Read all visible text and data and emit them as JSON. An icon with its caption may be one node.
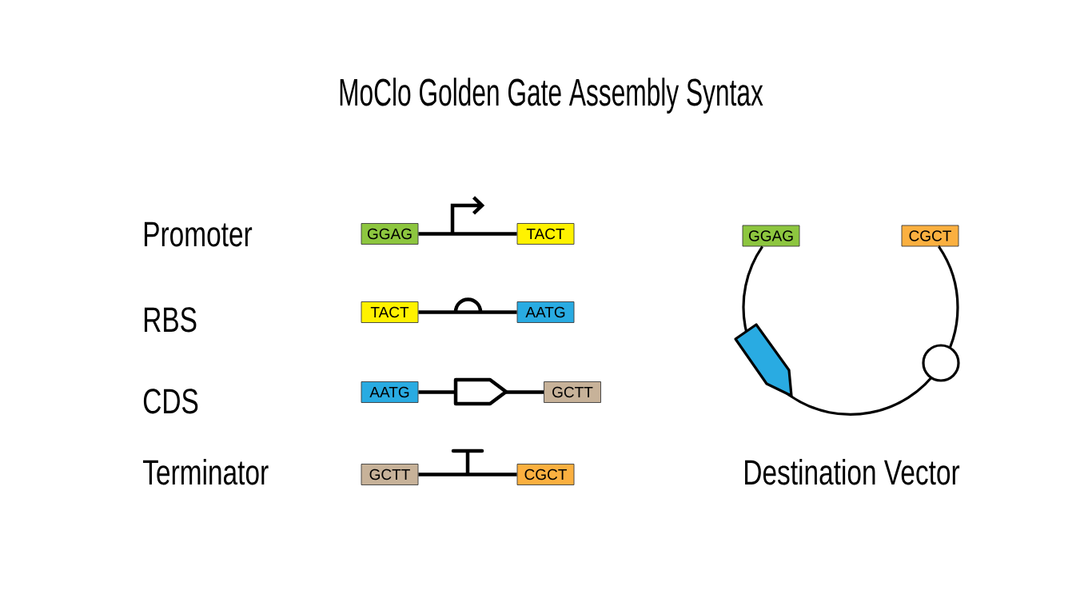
{
  "diagram": {
    "title": "MoClo Golden Gate Assembly Syntax",
    "nodes": [
      {
        "text": [
          "GGAG"
        ]
      },
      {
        "text": [
          "TACT"
        ]
      },
      {
        "text": [
          "TACT"
        ]
      },
      {
        "text": [
          "AATG"
        ]
      },
      {
        "text": [
          "AATG"
        ]
      },
      {
        "text": [
          "GCTT"
        ]
      },
      {
        "text": [
          "GCTT"
        ]
      },
      {
        "text": [
          "CGCT"
        ]
      },
      {
        "text": [
          "GGAG"
        ]
      },
      {
        "text": [
          "CGCT"
        ]
      }
    ],
    "edges": [
      {
        "from": 0,
        "to": 1,
        "arrow": "none"
      },
      {
        "from": 2,
        "to": 3,
        "arrow": "none"
      },
      {
        "from": 4,
        "to": 5,
        "arrow": "none"
      },
      {
        "from": 6,
        "to": 7,
        "arrow": "none"
      },
      {
        "from": 8,
        "to": 9,
        "arrow": "none"
      }
    ],
    "labels": [
      "Promoter",
      "RBS",
      "CDS",
      "Terminator",
      "Destination Vector"
    ]
  }
}
